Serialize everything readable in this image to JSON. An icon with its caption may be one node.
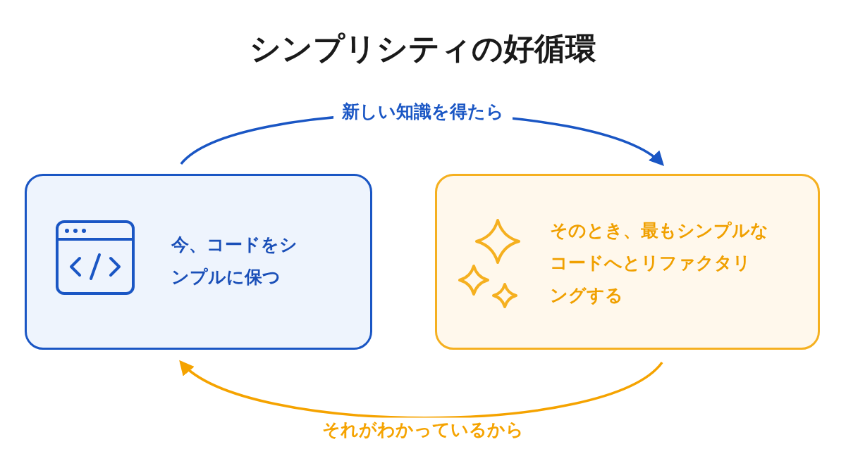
{
  "diagram": {
    "title": "シンプリシティの好循環",
    "nodes": [
      {
        "text": [
          "今、コードをシンプルに保つ"
        ]
      },
      {
        "text": [
          "そのとき、最もシンプルなコードへとリファクタリングする"
        ]
      }
    ],
    "edges": [
      {
        "from": 0,
        "to": 1,
        "arrow": "to",
        "label": "新しい知識を得たら",
        "color": "#1a56c4"
      },
      {
        "from": 1,
        "to": 0,
        "arrow": "to",
        "label": "それがわかっているから",
        "color": "#f5a300"
      }
    ]
  }
}
